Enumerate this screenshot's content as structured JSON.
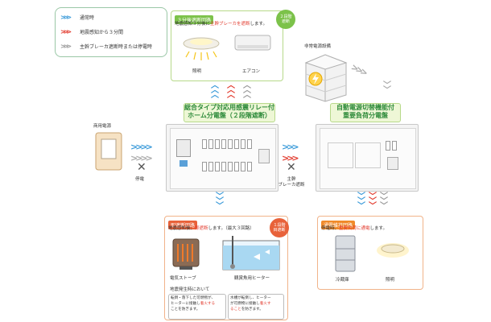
{
  "legend": {
    "items": [
      {
        "label": "通常時",
        "color": "#3a9ad9"
      },
      {
        "label": "地震感知から３分間",
        "color": "#e23b2e"
      },
      {
        "label": "主幹ブレーカ遮断時または停電時",
        "color": "#999999"
      }
    ]
  },
  "top_box": {
    "tag": "３分後遮断回路",
    "desc_pre": "地震感知３分後に",
    "desc_red": "主幹ブレーカを遮断",
    "desc_post": "します。",
    "badge": "２段階遮断",
    "item1": "照明",
    "item2": "エアコン"
  },
  "emergency": {
    "label": "非常電源設備"
  },
  "panel_left": {
    "title_line1": "総合タイプ対応用感震リレー付",
    "title_line2": "ホーム分電盤（２段階遮断）"
  },
  "panel_right": {
    "title_line1": "自動電源切替機能付",
    "title_line2": "重要負荷分電盤"
  },
  "meter": {
    "label": "商用電源",
    "outage": "停電"
  },
  "cut": {
    "line1": "主幹",
    "line2": "ブレーカ遮断"
  },
  "bottom_left": {
    "tag": "即遮断回路",
    "desc_pre": "地震感知後、",
    "desc_red": "即遮断",
    "desc_post": "します。（最大３回路）",
    "badge": "１段階目遮断",
    "item1": "電気ストーブ",
    "item2": "観賞魚用ヒーター",
    "note_title": "地震発生時において",
    "note1_l1": "転倒・落下した可燃物が、",
    "note1_l2a": "ヒーターに接触し",
    "note1_l2b": "着火する",
    "note1_l3": "ことを防ぎます。",
    "note2_l1": "水槽が転倒し、ヒーター",
    "note2_l2a": "が可燃物に接触し",
    "note2_l2b": "着火す",
    "note2_l3a": "ること",
    "note2_l3b": "を防ぎます。"
  },
  "bottom_right": {
    "tag": "通電維持回路",
    "desc_pre": "停電時、",
    "desc_red": "重要負荷に通電",
    "desc_post": "します。",
    "item1": "冷蔵庫",
    "item2": "照明"
  }
}
